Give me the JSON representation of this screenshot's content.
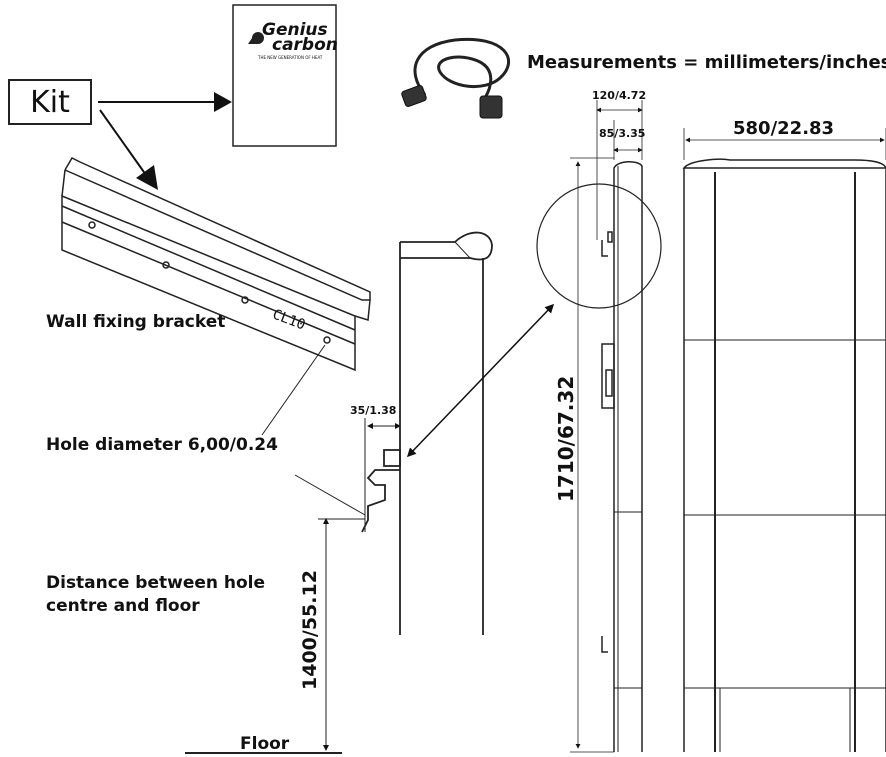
{
  "kit_label": "Kit",
  "booklet": {
    "brand_line1": "Genius",
    "brand_line2": "carbon",
    "tagline": "THE NEW GENERATION OF HEAT"
  },
  "measurements_note": "Measurements = millimeters/inches",
  "bracket_label": "Wall fixing bracket",
  "bracket_stamp": "CL10",
  "hole_diameter_label": "Hole diameter 6,00/0.24",
  "distance_label_line1": "Distance between hole",
  "distance_label_line2": "centre and floor",
  "floor_label": "Floor",
  "dimensions": {
    "bracket_offset": "35/1.38",
    "hole_height": "1400/55.12",
    "total_height": "1710/67.32",
    "depth_outer": "120/4.72",
    "depth_inner": "85/3.35",
    "width": "580/22.83"
  },
  "colors": {
    "ink": "#111111",
    "line": "#222222"
  }
}
